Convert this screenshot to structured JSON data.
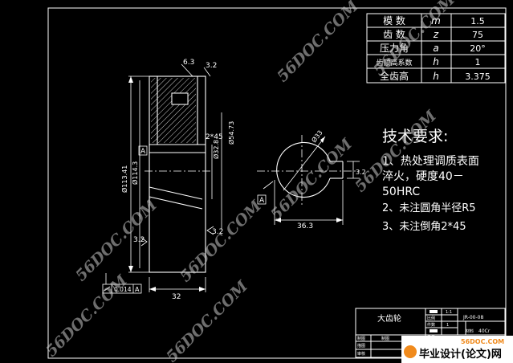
{
  "params_table": {
    "rows": [
      {
        "name": "模 数",
        "symbol": "m",
        "value": "1.5"
      },
      {
        "name": "齿 数",
        "symbol": "z",
        "value": "75"
      },
      {
        "name": "压力角",
        "symbol": "a",
        "value": "20°"
      },
      {
        "name": "齿顶高系数",
        "symbol": "h",
        "value": "1"
      },
      {
        "name": "全齿高",
        "symbol": "h",
        "value": "3.375"
      }
    ]
  },
  "tech_requirements": {
    "title": "技术要求:",
    "lines": [
      "1、热处理调质表面",
      "淬火，硬度40－",
      "50HRC",
      "2、未注圆角半径R5",
      "3、未注倒角2*45"
    ]
  },
  "section_view": {
    "roughness_top_left": "6.3",
    "roughness_top_right": "3.2",
    "roughness_left": "3.2",
    "roughness_right": "3.2",
    "chamfer": "2*45",
    "datum": "A",
    "dims_vertical": [
      "Ø113.41",
      "Ø114.3",
      "Ø32.8",
      "Ø54.73"
    ],
    "width_dim": "32",
    "tolerance": {
      "value": "0.014",
      "datum": "A"
    }
  },
  "hub_view": {
    "diameter": "Ø33",
    "keyway_width": "36.3",
    "keyway_roughness": "3.2",
    "datum": "A"
  },
  "title_block": {
    "part_name": "大齿轮",
    "scale_label": "比例",
    "scale": "1:1",
    "count_label": "件数",
    "count": "1",
    "drawing_no": "JR-00-08",
    "material_label": "材料",
    "material": "40Cr",
    "weight_label": "重量",
    "row_labels": [
      "制图",
      "描图",
      "审核"
    ]
  },
  "watermarks": {
    "site": "56DOC.COM",
    "badge_url": "56DOC.COM",
    "badge_text": "毕业设计(论文)网"
  },
  "colors": {
    "background": "#000000",
    "line": "#ffffff",
    "watermark": "#c8c8c8",
    "badge_orange": "#f08a1c"
  }
}
